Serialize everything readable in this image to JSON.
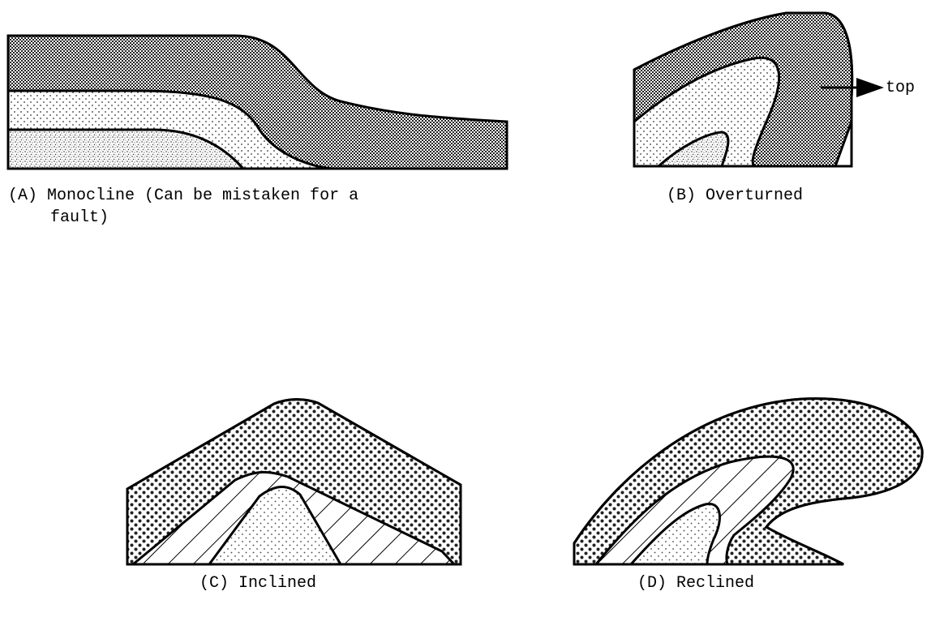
{
  "figures": {
    "a": {
      "caption_line1": "(A) Monocline (Can be mistaken for a",
      "caption_line2": "fault)"
    },
    "b": {
      "caption": "(B) Overturned",
      "arrow_label": "top"
    },
    "c": {
      "caption": "(C) Inclined"
    },
    "d": {
      "caption": "(D) Reclined"
    }
  }
}
